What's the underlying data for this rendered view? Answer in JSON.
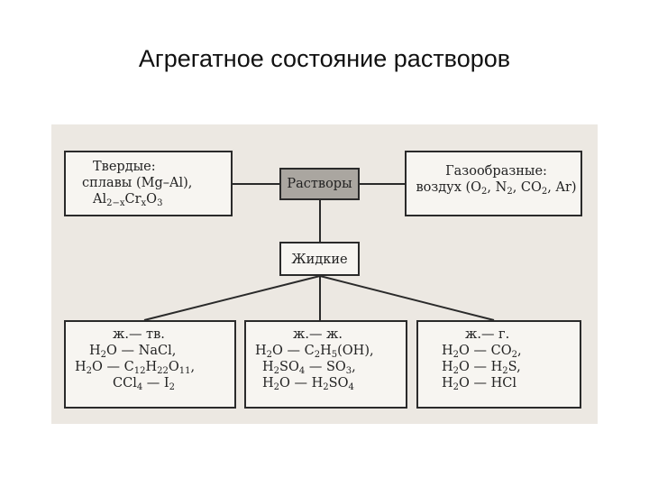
{
  "slide": {
    "title": "Агрегатное состояние растворов"
  },
  "diagram": {
    "root": "Растворы",
    "solids": {
      "title": "Твердые:",
      "line1": "сплавы (Mg–Al),",
      "line2_a": "Al",
      "line2_sub1": "2−x",
      "line2_b": "Cr",
      "line2_sub2": "x",
      "line2_c": "O",
      "line2_sub3": "3"
    },
    "gases": {
      "title": "Газообразные:",
      "a": "воздух (O",
      "s1": "2",
      "b": ", N",
      "s2": "2",
      "c": ", CO",
      "s3": "2",
      "d": ", Ar)"
    },
    "liquid": "Жидкие",
    "liquid_solid": {
      "title": "ж.— тв.",
      "r1": {
        "a": "H",
        "s1": "2",
        "b": "O — NaCl,"
      },
      "r2": {
        "a": "H",
        "s1": "2",
        "b": "O — C",
        "s2": "12",
        "c": "H",
        "s3": "22",
        "d": "O",
        "s4": "11",
        "e": ","
      },
      "r3": {
        "a": "CCl",
        "s1": "4",
        "b": " — I",
        "s2": "2"
      }
    },
    "liquid_liquid": {
      "title": "ж.— ж.",
      "r1": {
        "a": "H",
        "s1": "2",
        "b": "O — C",
        "s2": "2",
        "c": "H",
        "s3": "5",
        "d": "(OH),"
      },
      "r2": {
        "a": "H",
        "s1": "2",
        "b": "SO",
        "s2": "4",
        "c": " — SO",
        "s3": "3",
        "d": ","
      },
      "r3": {
        "a": "H",
        "s1": "2",
        "b": "O — H",
        "s2": "2",
        "c": "SO",
        "s3": "4"
      }
    },
    "liquid_gas": {
      "title": "ж.— г.",
      "r1": {
        "a": "H",
        "s1": "2",
        "b": "O — CO",
        "s2": "2",
        "c": ","
      },
      "r2": {
        "a": "H",
        "s1": "2",
        "b": "O — H",
        "s2": "2",
        "c": "S,"
      },
      "r3": {
        "a": "H",
        "s1": "2",
        "b": "O — HCl"
      }
    }
  }
}
